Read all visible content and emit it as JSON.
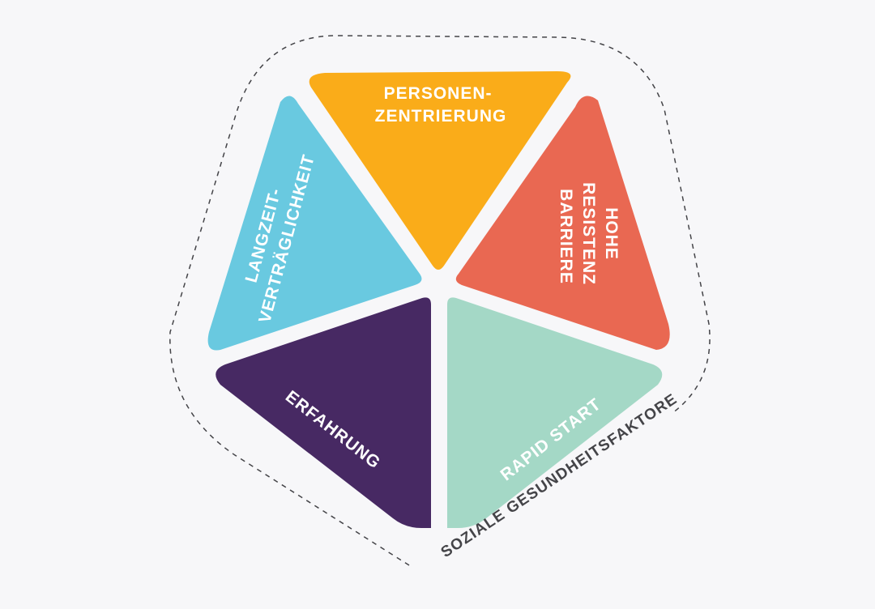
{
  "diagram": {
    "segments": [
      {
        "id": "personen",
        "lines": [
          "PERSONEN-",
          "ZENTRIERUNG"
        ],
        "color": "#faac19"
      },
      {
        "id": "hohe",
        "lines": [
          "HOHE",
          "RESISTENZ",
          "BARRIERE"
        ],
        "color": "#e96852"
      },
      {
        "id": "rapid",
        "lines": [
          "RAPID START"
        ],
        "color": "#a4d8c6"
      },
      {
        "id": "erfahrung",
        "lines": [
          "ERFAHRUNG"
        ],
        "color": "#472963"
      },
      {
        "id": "langzeit",
        "lines": [
          "LANGZEIT-",
          "VERTRÄGLICHKEIT"
        ],
        "color": "#69c9e0"
      }
    ],
    "outer_label": "SOZIALE GESUNDHEITSFAKTOREN**",
    "outer_label_color": "#444448",
    "border_color": "#444448"
  }
}
